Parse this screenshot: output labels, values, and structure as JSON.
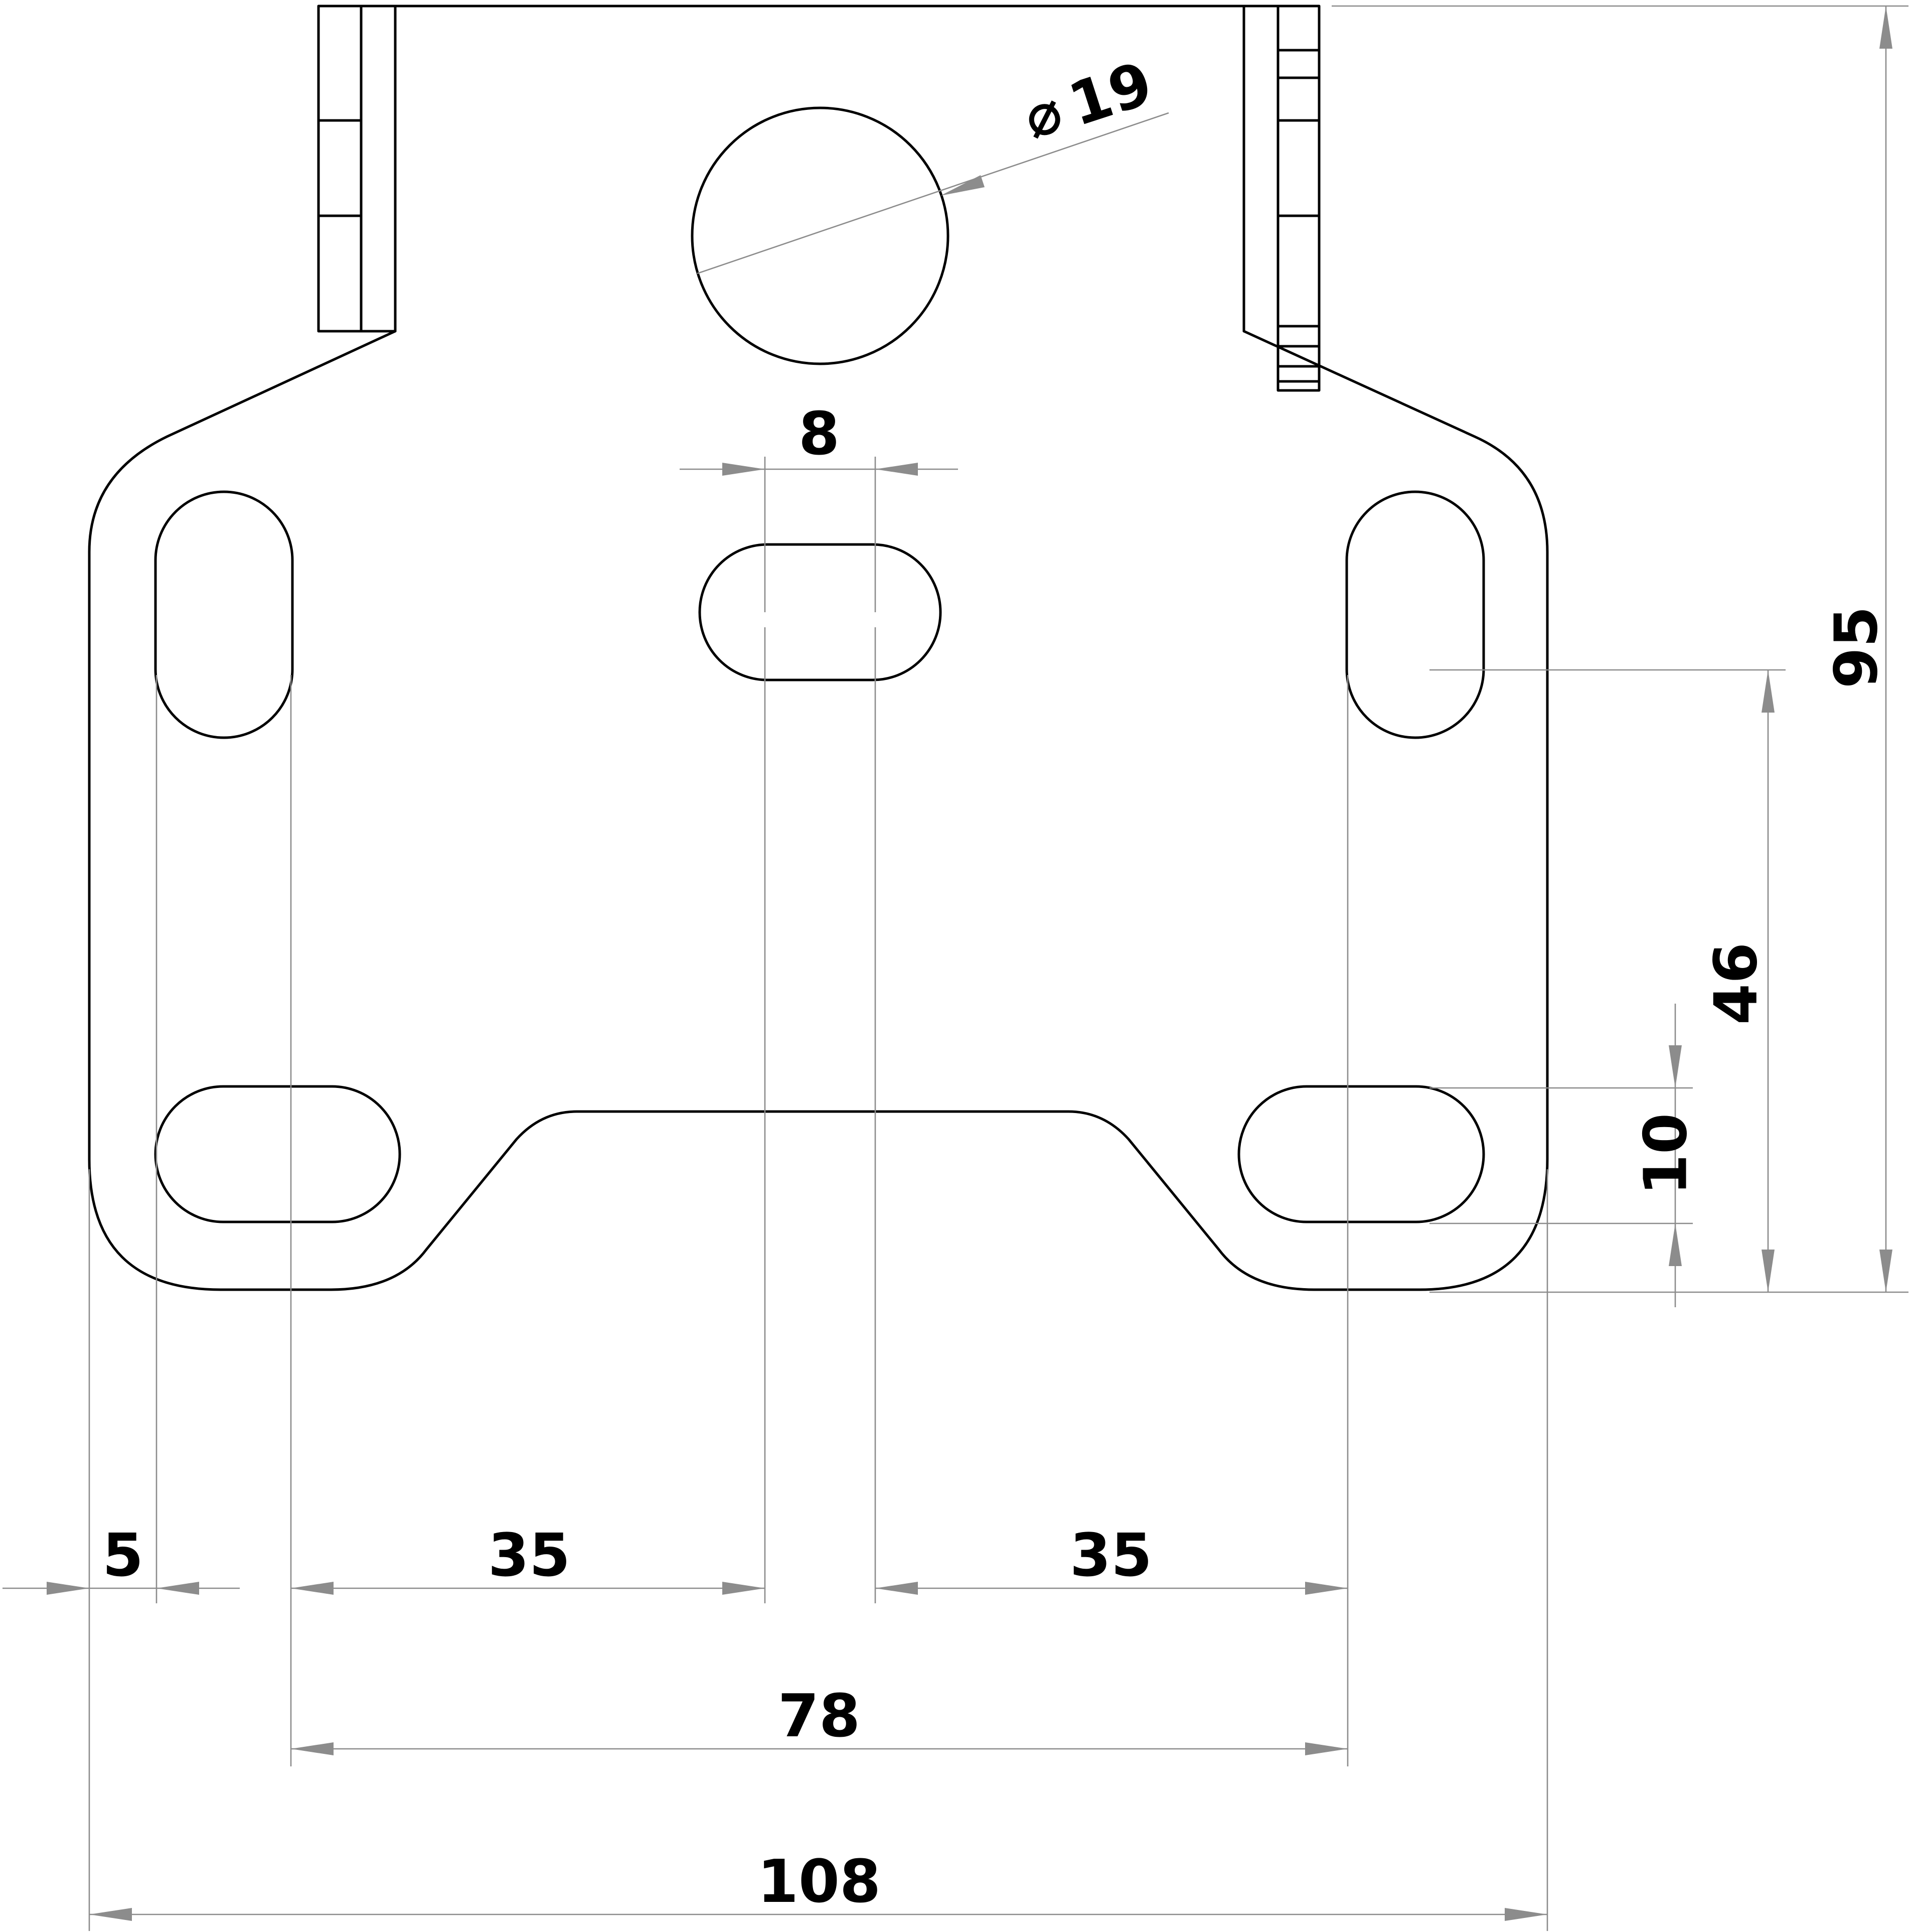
{
  "dimensions": {
    "hole_diameter": {
      "symbol": "⌀",
      "value": "19"
    },
    "slot_width": "8",
    "edge_offset": "5",
    "left_to_center": "35",
    "center_to_right": "35",
    "slot_spacing": "78",
    "overall_width": "108",
    "slot_height": "10",
    "slot_height_offset": "46",
    "overall_height": "95"
  },
  "colors": {
    "outline": "#000000",
    "dimension_lines": "#8c8c8c",
    "background": "#ffffff"
  }
}
